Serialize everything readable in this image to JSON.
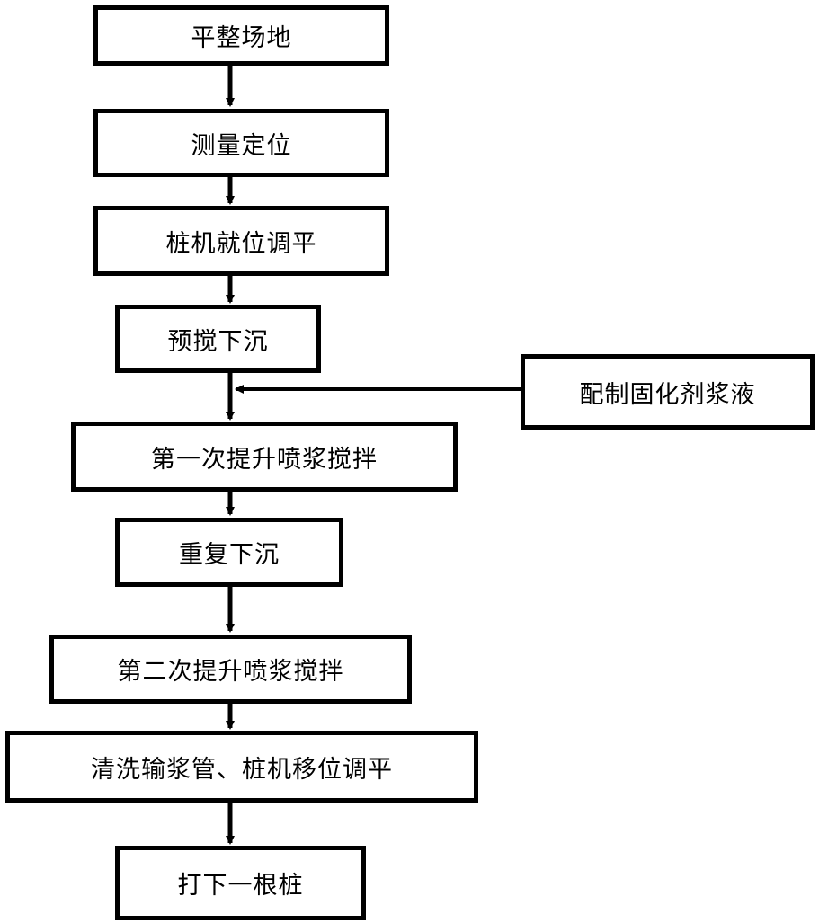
{
  "flowchart": {
    "steps": [
      {
        "label": "平整场地"
      },
      {
        "label": "测量定位"
      },
      {
        "label": "桩机就位调平"
      },
      {
        "label": "预搅下沉"
      },
      {
        "label": "第一次提升喷浆搅拌"
      },
      {
        "label": "重复下沉"
      },
      {
        "label": "第二次提升喷浆搅拌"
      },
      {
        "label": "清洗输浆管、桩机移位调平"
      },
      {
        "label": "打下一根桩"
      }
    ],
    "side_input": {
      "label": "配制固化剂浆液"
    }
  },
  "colors": {
    "stroke": "#000000",
    "background": "#ffffff"
  }
}
